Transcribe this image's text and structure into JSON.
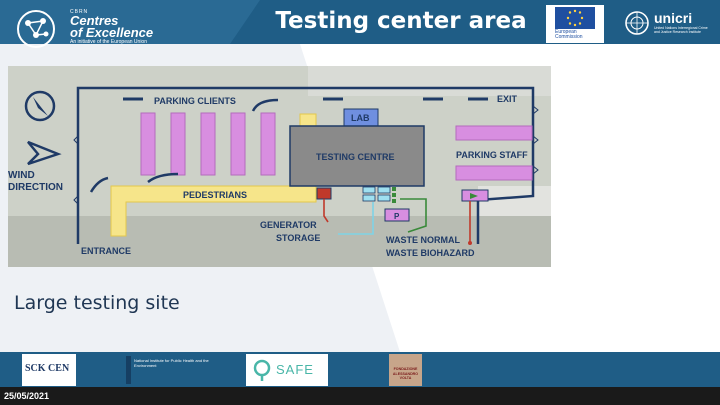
{
  "header": {
    "title": "Testing center area",
    "coe_logo": {
      "small": "CBRN",
      "line1": "Centres",
      "line2": "of Excellence",
      "tagline": "An initiative of the European Union"
    },
    "eu_logo": {
      "caption1": "European",
      "caption2": "Commission"
    },
    "unicri_logo": {
      "name": "unicri",
      "sub": "United Nations Interregional Crime and Justice Research Institute"
    }
  },
  "diagram": {
    "labels": {
      "parking_clients": "PARKING CLIENTS",
      "exit": "EXIT",
      "lab": "LAB",
      "testing_centre": "TESTING CENTRE",
      "parking_staff": "PARKING STAFF",
      "wind_direction_1": "WIND",
      "wind_direction_2": "DIRECTION",
      "pedestrians": "PEDESTRIANS",
      "generator": "GENERATOR",
      "storage": "STORAGE",
      "p": "P",
      "waste_normal": "WASTE NORMAL",
      "waste_biohazard": "WASTE BIOHAZARD",
      "entrance": "ENTRANCE"
    },
    "colors": {
      "parking": "#d88ee0",
      "pedestrian": "#f6e58a",
      "testing_centre": "#8a8a8a",
      "lab": "#6f8fe0",
      "outline": "#1f3a66",
      "red_line": "#c0392b",
      "green_line": "#3a8a3a",
      "cyan_line": "#7fd3e6"
    }
  },
  "caption": "Large testing site",
  "footer": {
    "date": "25/05/2021",
    "logos": [
      "SCK CEN",
      "National Institute for Public Health and the Environment",
      "SAFE",
      "FONDAZIONE ALESSANDRO VOLTA"
    ]
  }
}
